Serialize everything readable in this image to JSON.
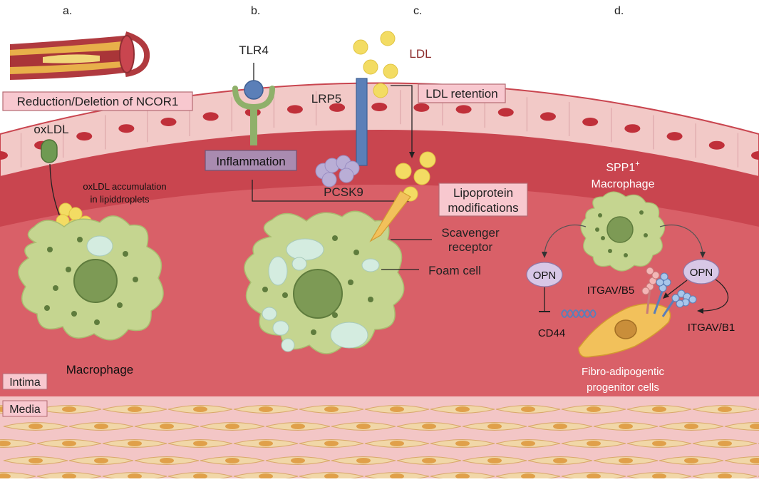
{
  "panel_labels": {
    "a": "a.",
    "b": "b.",
    "c": "c.",
    "d": "d."
  },
  "panel_a": {
    "title_box": "Reduction/Deletion of NCOR1",
    "oxldl": "oxLDL",
    "accumulation_line1": "oxLDL accumulation",
    "accumulation_line2": "in lipiddroplets",
    "macrophage": "Macrophage"
  },
  "panel_b": {
    "receptor": "TLR4",
    "inflammation": "Inflammation",
    "lrp5": "LRP5",
    "pcsk9": "PCSK9"
  },
  "panel_c": {
    "ldl": "LDL",
    "ldl_retention": "LDL retention",
    "lipoprotein_line1": "Lipoprotein",
    "lipoprotein_line2": "modifications",
    "scavenger_line1": "Scavenger",
    "scavenger_line2": "receptor",
    "foam_cell": "Foam cell"
  },
  "panel_d": {
    "spp1": "SPP1",
    "spp1_sup": "+",
    "spp1_macrophage": "Macrophage",
    "opn_left": "OPN",
    "opn_right": "OPN",
    "cd44": "CD44",
    "itgav_b5": "ITGAV/B5",
    "itgav_b1": "ITGAV/B1",
    "fap_line1": "Fibro-adipogentic",
    "fap_line2": "progenitor cells"
  },
  "layers": {
    "intima": "Intima",
    "media": "Media"
  },
  "colors": {
    "lumen_dark": "#c9454f",
    "intima": "#d96068",
    "endothelium": "#f2c9c7",
    "media": "#f3c6c6",
    "cell_green": "#c5d590",
    "nucleus_green": "#7d9a55",
    "ldl_yellow": "#f3dc63",
    "label_pink": "#f8c8cf",
    "inflammation_purple": "#a98bb0",
    "opn_lilac": "#d8c7e6",
    "receptor_blue": "#5b7fb8",
    "smooth_muscle": "#f1d7a8"
  }
}
